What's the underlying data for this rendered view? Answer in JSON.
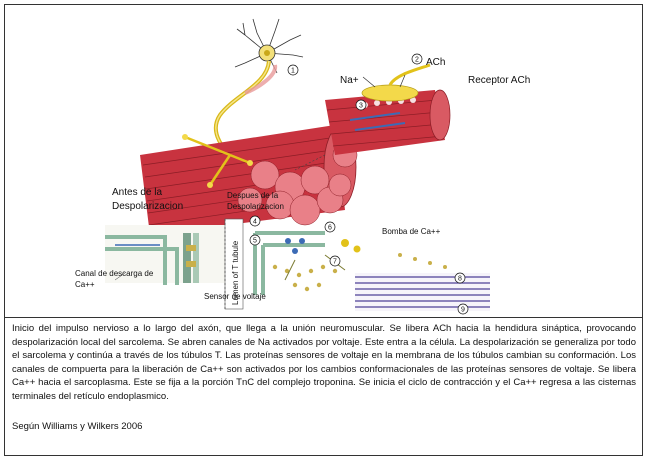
{
  "labels": {
    "na": "Na+",
    "ach": "ACh",
    "receptor_ach": "Receptor ACh",
    "antes_1": "Antes de la",
    "antes_2": "Despolarizacion",
    "despues_1": "Despues   de la",
    "despues_2": "Despolarizacion",
    "lumen": "Lumen of T tubule",
    "bomba": "Bomba de Ca++",
    "canal_1": "Canal de descarga de",
    "canal_2": "Ca++",
    "sensor": "Sensor de voltaje",
    "steps": [
      "1",
      "2",
      "3",
      "4",
      "5",
      "6",
      "7",
      "8",
      "9"
    ]
  },
  "caption": "Inicio del impulso nervioso a lo largo del axón, que llega a la unión neuromuscular. Se libera ACh hacia la hendidura sináptica, provocando despolarización local del sarcolema. Se abren canales de Na activados por voltaje. Este entra a la célula. La despolarización se generaliza por todo el sarcolema y continúa a través de los túbulos T. Las proteínas sensores de voltaje en la membrana de los túbulos cambian su conformación. Los canales de compuerta para la liberación de Ca++ son activados por los cambios conformacionales de las proteínas sensores de voltaje. Se libera Ca++ hacia el sarcoplasma. Este se fija a la porción TnC del complejo troponina. Se inicia el ciclo de contracción y el Ca++ regresa a las cisternas terminales del retículo endoplasmico.",
  "source": "Según Williams y Wilkers 2006",
  "colors": {
    "muscle": "#c8333f",
    "muscle_light": "#e07a80",
    "nerve": "#e2c21a",
    "membrane": "#8bb8a0",
    "dots": "#c9b04a",
    "blue": "#3c6bb5"
  }
}
